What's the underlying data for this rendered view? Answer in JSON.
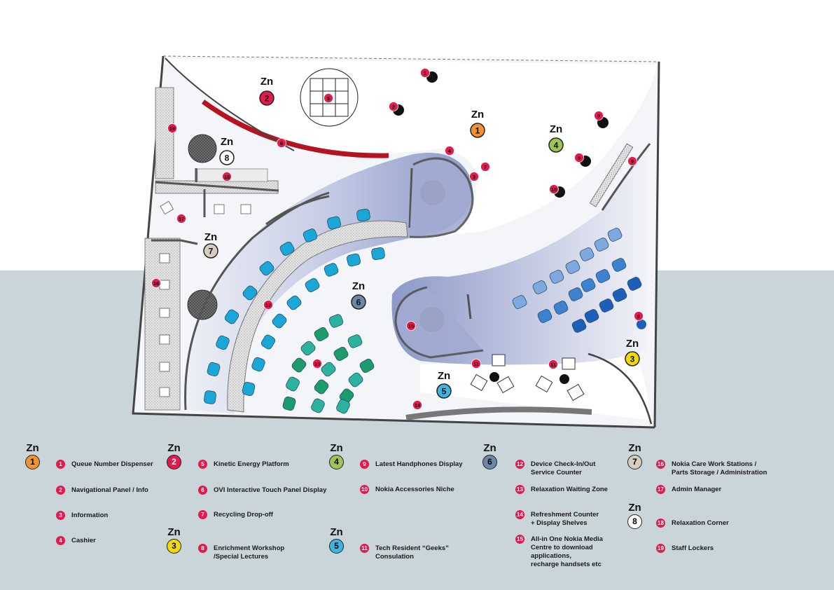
{
  "zone_prefix": "Zn",
  "colors": {
    "marker_red": "#e5194b",
    "zone1": "#f0922d",
    "zone2": "#e5194b",
    "zone3": "#f3da07",
    "zone4": "#9dc456",
    "zone5": "#3fb4e0",
    "zone6": "#6d88a6",
    "zone7": "#d6cfc1",
    "zone8": "#ffffff",
    "floor_gradient": "#8c99c8",
    "background_band": "#c9d5d9"
  },
  "plan_zones": [
    {
      "num": "1",
      "color": "#f0922d"
    },
    {
      "num": "2",
      "color": "#e5194b"
    },
    {
      "num": "3",
      "color": "#f3da07"
    },
    {
      "num": "4",
      "color": "#9dc456"
    },
    {
      "num": "5",
      "color": "#3fb4e0"
    },
    {
      "num": "6",
      "color": "#6d88a6"
    },
    {
      "num": "7",
      "color": "#d6cfc1"
    },
    {
      "num": "8",
      "color": "#ffffff"
    }
  ],
  "plan_markers": [
    "1",
    "2",
    "9",
    "6",
    "4",
    "3",
    "7",
    "9",
    "10",
    "9",
    "19",
    "18",
    "17",
    "16",
    "12",
    "13",
    "15",
    "8",
    "11",
    "11",
    "14",
    "5"
  ],
  "legend_zones": [
    {
      "num": "1",
      "color": "#f0922d"
    },
    {
      "num": "2",
      "color": "#e5194b"
    },
    {
      "num": "3",
      "color": "#f3da07"
    },
    {
      "num": "4",
      "color": "#9dc456"
    },
    {
      "num": "5",
      "color": "#3fb4e0"
    },
    {
      "num": "6",
      "color": "#6d88a6"
    },
    {
      "num": "7",
      "color": "#d6cfc1"
    },
    {
      "num": "8",
      "color": "#ffffff"
    }
  ],
  "legend_items": [
    {
      "num": "1",
      "text": "Queue Number Dispenser"
    },
    {
      "num": "2",
      "text": "Navigational Panel / Info"
    },
    {
      "num": "3",
      "text": "Information"
    },
    {
      "num": "4",
      "text": "Cashier"
    },
    {
      "num": "5",
      "text": "Kinetic Energy Platform"
    },
    {
      "num": "6",
      "text": "OVI Interactive Touch Panel Display"
    },
    {
      "num": "7",
      "text": "Recycling Drop-off"
    },
    {
      "num": "8",
      "text": "Enrichment Workshop\n/Special Lectures"
    },
    {
      "num": "9",
      "text": "Latest Handphones Display"
    },
    {
      "num": "10",
      "text": "Nokia Accessories Niche"
    },
    {
      "num": "11",
      "text": "Tech Resident “Geeks”\nConsulation"
    },
    {
      "num": "12",
      "text": "Device Check-In/Out\nService Counter"
    },
    {
      "num": "13",
      "text": "Relaxation Waiting Zone"
    },
    {
      "num": "14",
      "text": "Refreshment Counter\n+ Display Shelves"
    },
    {
      "num": "15",
      "text": "All-in One Nokia Media\nCentre to download\napplications,\nrecharge handsets etc"
    },
    {
      "num": "16",
      "text": "Nokia Care Work Stations /\nParts Storage /  Administration"
    },
    {
      "num": "17",
      "text": "Admin Manager"
    },
    {
      "num": "18",
      "text": "Relaxation Corner"
    },
    {
      "num": "19",
      "text": "Staff Lockers"
    }
  ]
}
